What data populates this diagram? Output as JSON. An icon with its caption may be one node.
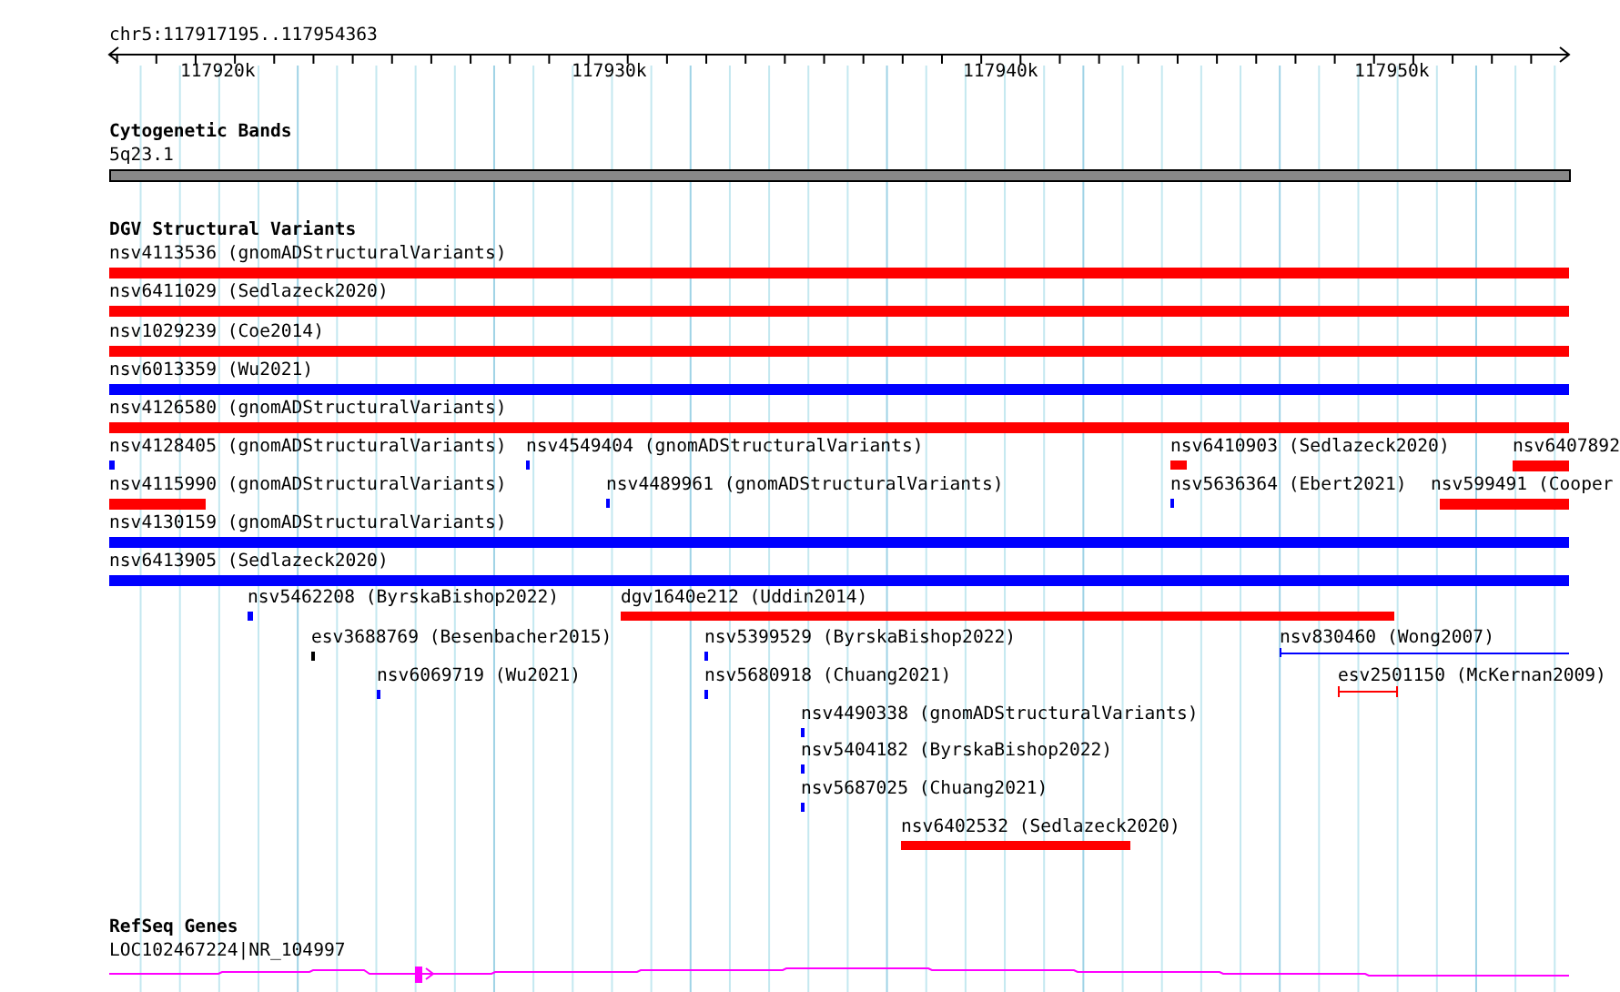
{
  "diagram": {
    "labels": [
      "chr5:117917195..117954363",
      "117920k",
      "117930k",
      "117940k",
      "117950k",
      "Cytogenetic Bands",
      "5q23.1",
      "DGV Structural Variants",
      "nsv4113536 (gnomADStructuralVariants)",
      "nsv6411029 (Sedlazeck2020)",
      "nsv1029239 (Coe2014)",
      "nsv6013359 (Wu2021)",
      "nsv4126580 (gnomADStructuralVariants)",
      "nsv4128405 (gnomADStructuralVariants)",
      "nsv4549404 (gnomADStructuralVariants)",
      "nsv6410903 (Sedlazeck2020)",
      "nsv6407892",
      "nsv4115990 (gnomADStructuralVariants)",
      "nsv4489961 (gnomADStructuralVariants)",
      "nsv5636364 (Ebert2021)",
      "nsv599491 (Cooper",
      "nsv4130159 (gnomADStructuralVariants)",
      "nsv6413905 (Sedlazeck2020)",
      "nsv5462208 (ByrskaBishop2022)",
      "dgv1640e212 (Uddin2014)",
      "esv3688769 (Besenbacher2015)",
      "nsv5399529 (ByrskaBishop2022)",
      "nsv830460 (Wong2007)",
      "nsv6069719 (Wu2021)",
      "nsv5680918 (Chuang2021)",
      "esv2501150 (McKernan2009)",
      "nsv4490338 (gnomADStructuralVariants)",
      "nsv5404182 (ByrskaBishop2022)",
      "nsv5687025 (Chuang2021)",
      "nsv6402532 (Sedlazeck2020)",
      "RefSeq Genes",
      "LOC102467224|NR_104997"
    ]
  }
}
